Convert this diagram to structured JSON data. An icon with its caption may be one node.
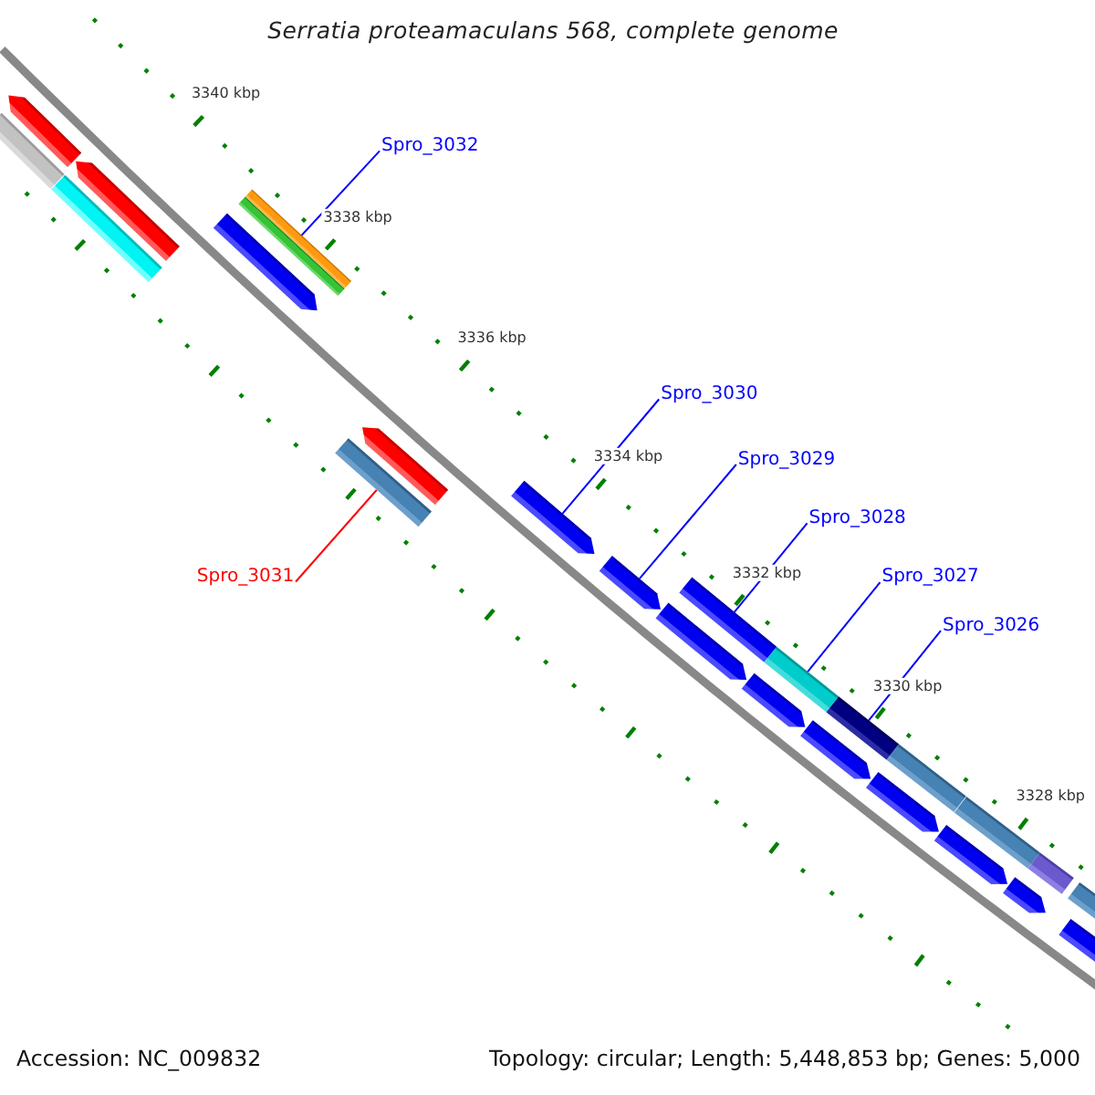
{
  "diagram": {
    "title": "Serratia proteamaculans 568, complete genome",
    "nodes": [
      {
        "text": [
          "Spro_3032"
        ]
      },
      {
        "text": [],
        "shape": "bar"
      },
      {
        "text": [
          "Spro_3030"
        ]
      },
      {
        "text": [],
        "shape": "bar"
      },
      {
        "text": [
          "Spro_3029"
        ]
      },
      {
        "text": [],
        "shape": "bar"
      },
      {
        "text": [
          "Spro_3028"
        ]
      },
      {
        "text": [],
        "shape": "bar"
      },
      {
        "text": [
          "Spro_3027"
        ]
      },
      {
        "text": [],
        "shape": "bar"
      },
      {
        "text": [
          "Spro_3031"
        ]
      },
      {
        "text": [],
        "shape": "bar"
      },
      {
        "text": [
          "Spro_3026"
        ]
      },
      {
        "text": [],
        "shape": "bar"
      },
      {
        "text": [],
        "shape": "bar"
      },
      {
        "text": [],
        "shape": "bar"
      },
      {
        "text": [],
        "shape": "bar"
      },
      {
        "text": [],
        "shape": "bar"
      },
      {
        "text": [],
        "shape": "bar"
      },
      {
        "text": [],
        "shape": "bar"
      },
      {
        "text": [],
        "shape": "bar"
      },
      {
        "text": [],
        "shape": "bar"
      },
      {
        "text": [],
        "shape": "bar"
      },
      {
        "text": [],
        "shape": "bar"
      },
      {
        "text": [],
        "shape": "bar"
      },
      {
        "text": [],
        "shape": "bar"
      },
      {
        "text": [],
        "shape": "bar"
      },
      {
        "text": [],
        "shape": "bar"
      },
      {
        "text": [],
        "shape": "bar"
      },
      {
        "text": [],
        "shape": "bar"
      },
      {
        "text": [],
        "shape": "bar"
      }
    ],
    "edges": [
      {
        "from": 0,
        "to": 1,
        "arrow": "none"
      },
      {
        "from": 2,
        "to": 3,
        "arrow": "none"
      },
      {
        "from": 4,
        "to": 5,
        "arrow": "none"
      },
      {
        "from": 6,
        "to": 7,
        "arrow": "none"
      },
      {
        "from": 8,
        "to": 9,
        "arrow": "none"
      },
      {
        "from": 10,
        "to": 11,
        "arrow": "none",
        "color": "#ff0000"
      },
      {
        "from": 12,
        "to": 13,
        "arrow": "none"
      }
    ],
    "labels": [
      "3340 kbp",
      "3338 kbp",
      "3336 kbp",
      "3334 kbp",
      "3332 kbp",
      "3330 kbp",
      "3328 kbp",
      "Accession: NC_009832",
      "Topology: circular; Length: 5,448,853 bp; Genes: 5,000"
    ]
  }
}
